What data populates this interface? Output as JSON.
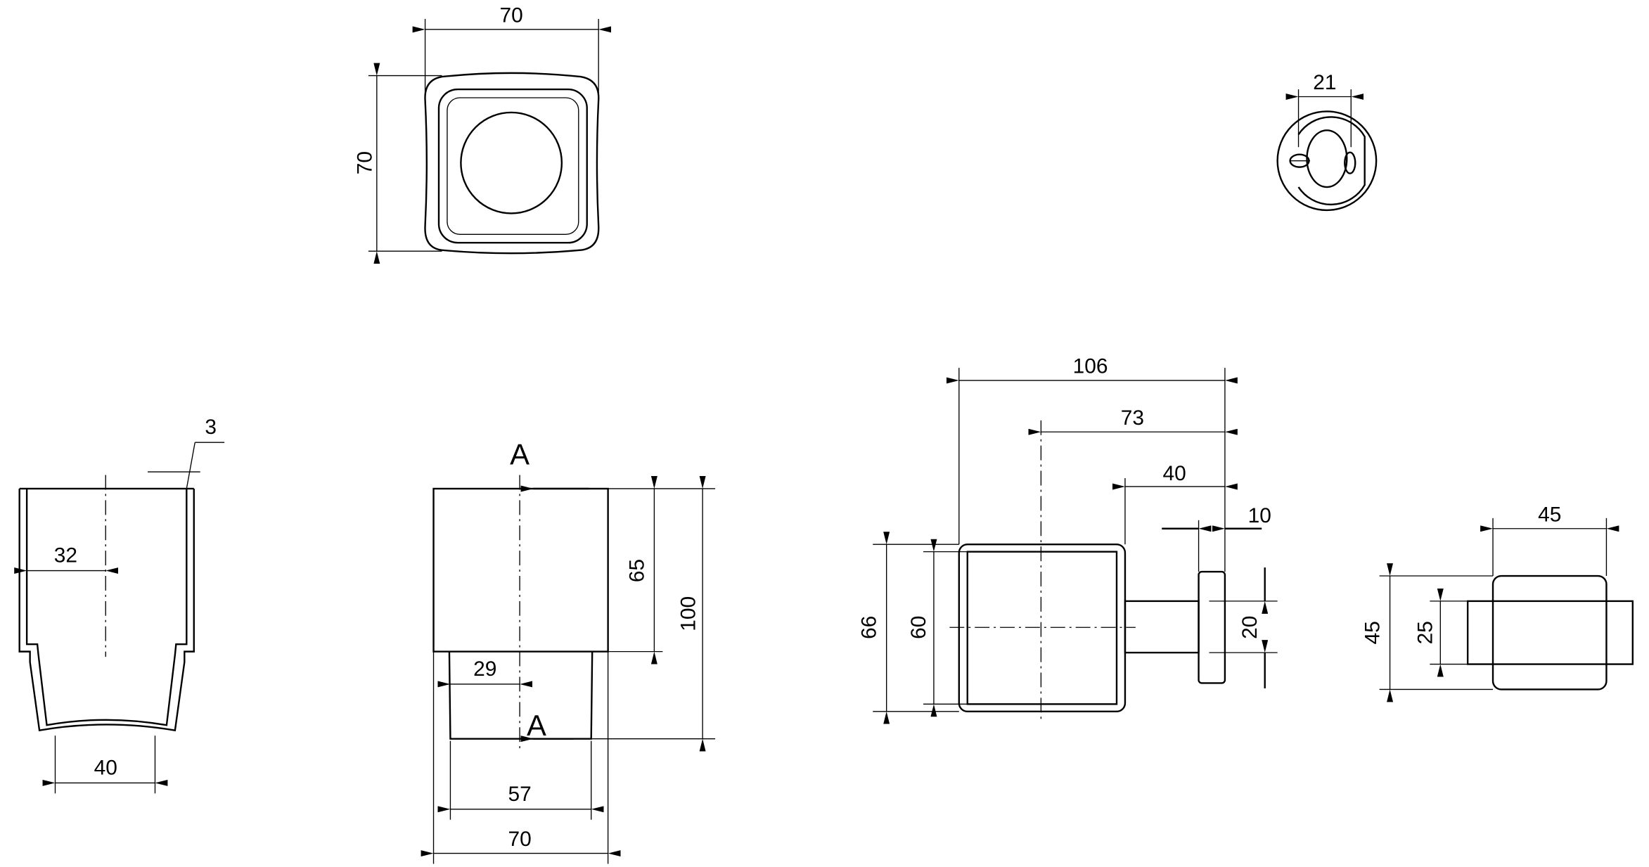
{
  "top_view": {
    "width_label": "70",
    "height_label": "70"
  },
  "mount_view": {
    "width_label": "21"
  },
  "section_view": {
    "wall_label": "3",
    "inner_label": "32",
    "base_label": "40"
  },
  "front_view": {
    "section_mark_top": "A",
    "section_mark_bottom": "A",
    "upper_height_label": "65",
    "total_height_label": "100",
    "half_lower_label": "29",
    "lower_width_label": "57",
    "width_label": "70"
  },
  "side_view": {
    "total_depth_label": "106",
    "center_depth_label": "73",
    "arm_depth_label": "40",
    "plate_label": "10",
    "outer_height_label": "66",
    "inner_height_label": "60",
    "arm_height_label": "20"
  },
  "end_view": {
    "width_label": "45",
    "height_label": "45",
    "arm_label": "25"
  }
}
